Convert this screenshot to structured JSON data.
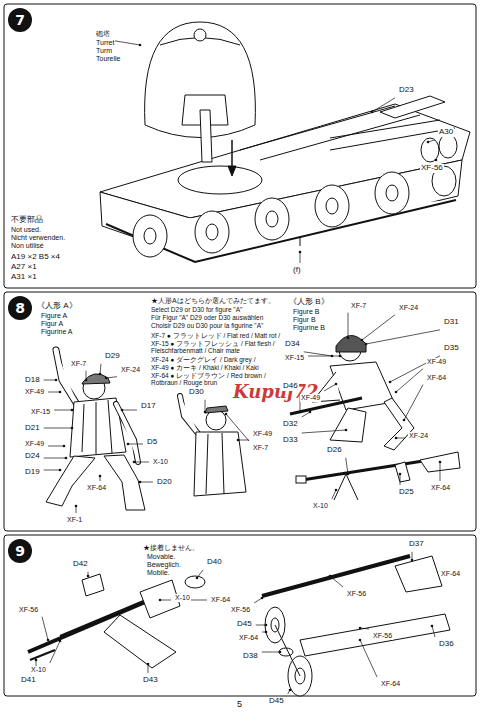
{
  "diagram": {
    "nodes": [
      {
        "text": [
          "7"
        ]
      },
      {
        "text": [
          "8"
        ]
      },
      {
        "text": [
          "9"
        ]
      }
    ],
    "labels": [
      "砲塔",
      "Turret",
      "Turm",
      "Tourelle",
      "D23",
      "A30",
      "XF-56",
      "不要部品",
      "Not used.",
      "Nicht verwenden.",
      "Non utilisé",
      "A19 ×2  B5 ×4",
      "A27 ×1",
      "A31 ×1",
      "(f)",
      "★人形Aはどちらか選んでみたてます。",
      "Select D29 or D30 for figure \"A\"",
      "Für Figur \"A\" D29 oder D30 auswählen",
      "Choisir D29 ou D30 pour la figurine \"A\"",
      "XF-7 ● フラットレッド / Flat red / Matt rot / Rouge mat",
      "XF-15 ● フラットフレッシュ / Flat flesh / Fleischfarbenmatt / Chair mate",
      "XF-24 ● ダークグレイ / Dark grey / Dunkelgrau / Gris foncé",
      "XF-49 ● カーキ / Khaki / Khaki / Kaki",
      "XF-64 ● レッドブラウン / Red brown / Rotbraun / Rouge brun",
      "《人形 A》",
      "Figure A",
      "Figur A",
      "Figurine A",
      "D29",
      "XF-7",
      "XF-24",
      "D18",
      "XF-49",
      "XF-15",
      "D17",
      "D21",
      "XF-49",
      "D5",
      "D24",
      "X-10",
      "D19",
      "XF-64",
      "D20",
      "XF-1",
      "D30",
      "XF-49",
      "XF-7",
      "Kupuj72",
      "《人形 B》",
      "Figure B",
      "Figur B",
      "Figurine B",
      "XF-7",
      "XF-24",
      "D31",
      "D34",
      "XF-15",
      "D35",
      "XF-49",
      "D46",
      "XF-64",
      "XF-49",
      "D32",
      "D33",
      "XF-24",
      "D26",
      "XF-64",
      "X-10",
      "D25",
      "★接着しません。",
      "Movable.",
      "Beweglich.",
      "Mobile.",
      "D40",
      "D42",
      "X-10",
      "XF-64",
      "XF-56",
      "X-10",
      "D41",
      "D43",
      "D37",
      "XF-64",
      "XF-56",
      "XF-56",
      "D45",
      "XF-64",
      "XF-56",
      "D38",
      "D36",
      "D45",
      "XF-64",
      "5"
    ]
  }
}
